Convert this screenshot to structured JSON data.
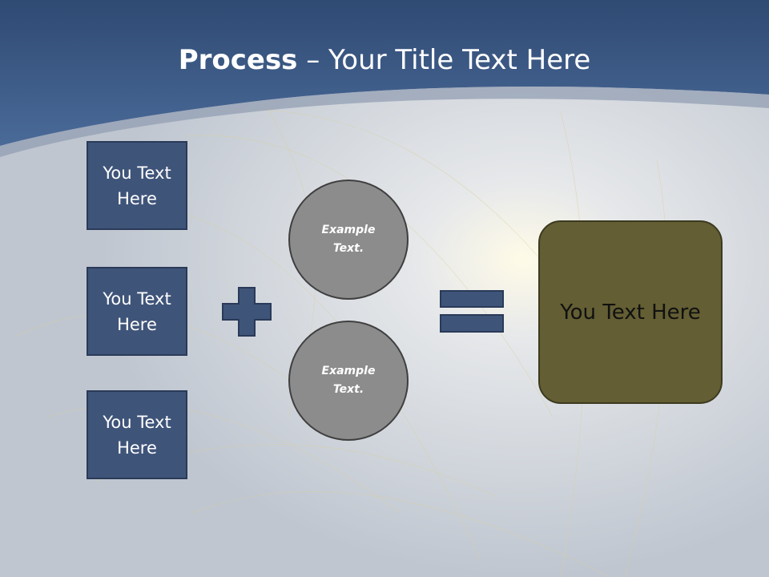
{
  "slide": {
    "title_bold": "Process",
    "title_rest": " – Your Title Text Here",
    "left_boxes": [
      "You Text Here",
      "You Text Here",
      "You Text Here"
    ],
    "circles": [
      "Example Text.",
      "Example Text."
    ],
    "result_box": "You Text Here"
  },
  "colors": {
    "header": "#3d5a87",
    "box_fill": "#3f5479",
    "circle_fill": "#8c8c8c",
    "result_fill": "#635e33"
  },
  "icons": [
    "plus-icon",
    "equals-icon"
  ]
}
